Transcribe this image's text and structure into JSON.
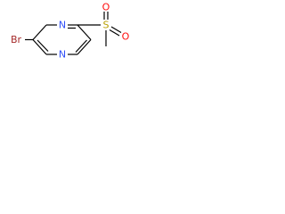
{
  "molecule": {
    "atoms": {
      "bromine": "Br",
      "nitrogen_top": "N",
      "nitrogen_bottom": "N",
      "sulfur": "S",
      "oxygen_top": "O",
      "oxygen_right": "O"
    },
    "colors": {
      "bromine": "#a52a2a",
      "nitrogen": "#3050f8",
      "sulfur": "#b8a000",
      "oxygen": "#ff0d0d",
      "bond": "#000000"
    }
  }
}
